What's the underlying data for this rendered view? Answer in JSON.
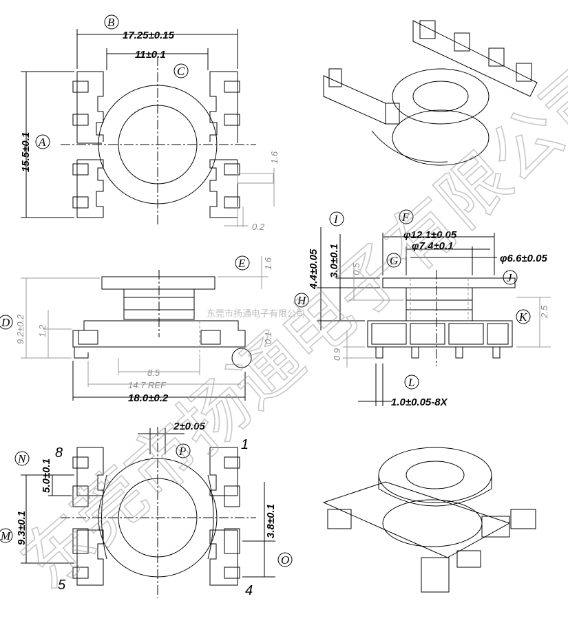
{
  "watermark": {
    "large": "东莞市扬通电子有限公司",
    "small": "东莞市扬通电子有限公司"
  },
  "callouts": {
    "A": "A",
    "B": "B",
    "C": "C",
    "D": "D",
    "E": "E",
    "F": "F",
    "G": "G",
    "H": "H",
    "I": "I",
    "J": "J",
    "K": "K",
    "L": "L",
    "M": "M",
    "N": "N",
    "O": "O",
    "P": "P"
  },
  "dimensions": {
    "top_width": "17.25±0.15",
    "top_inner": "11±0.1",
    "top_height": "15.5±0.1",
    "tab_width": "1.6",
    "tab_offset": "0.2",
    "side_height": "9.2±0.2",
    "side_foot": "1.2",
    "side_top": "1.6",
    "side_pin": "0.1",
    "side_inner": "8.5",
    "side_ref": "14.7 REF",
    "side_total": "18.0±0.2",
    "right_h1": "4.4±0.05",
    "right_h2": "3.0±0.1",
    "right_h3": "0.5",
    "right_dia1": "φ12.1±0.05",
    "right_dia2": "φ7.4±0.1",
    "right_dia3": "φ6.6±0.05",
    "right_base": "2.5",
    "right_foot": "0.9",
    "right_pin": "1.0±0.05-8X",
    "bottom_slot": "2±0.05",
    "bottom_pitch": "5.0±0.1",
    "bottom_span": "9.3±0.1",
    "bottom_right": "3.8±0.1"
  },
  "pins": {
    "p1": "1",
    "p4": "4",
    "p5": "5",
    "p8": "8"
  }
}
